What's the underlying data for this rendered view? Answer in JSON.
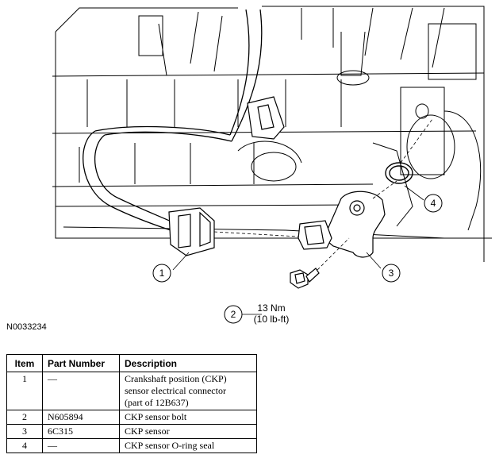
{
  "figure_id": "N0033234",
  "callouts": {
    "c1": "1",
    "c2": "2",
    "c3": "3",
    "c4": "4",
    "torque_line1": "13 Nm",
    "torque_line2": "(10 lb-ft)"
  },
  "table": {
    "headers": {
      "item": "Item",
      "part_number": "Part Number",
      "description": "Description"
    },
    "rows": [
      {
        "item": "1",
        "part_number": "—",
        "description_lines": [
          "Crankshaft position (CKP)",
          "sensor electrical connector",
          "(part of 12B637)"
        ]
      },
      {
        "item": "2",
        "part_number": "N605894",
        "description_lines": [
          "CKP sensor bolt"
        ]
      },
      {
        "item": "3",
        "part_number": "6C315",
        "description_lines": [
          "CKP sensor"
        ]
      },
      {
        "item": "4",
        "part_number": "—",
        "description_lines": [
          "CKP sensor O-ring seal"
        ]
      }
    ]
  }
}
